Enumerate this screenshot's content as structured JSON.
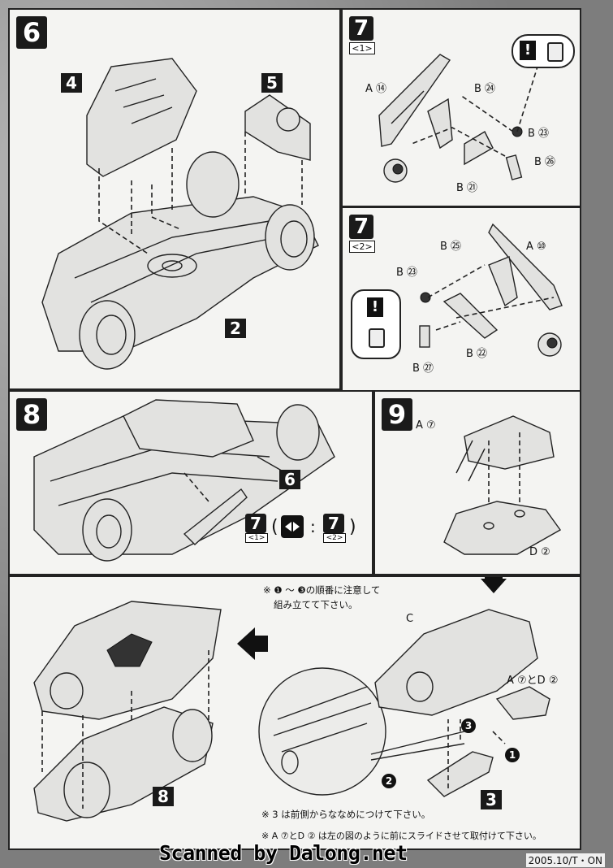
{
  "steps": {
    "s6": {
      "num": "6",
      "parts": {
        "p4": "4",
        "p5": "5",
        "p2": "2"
      }
    },
    "s7a": {
      "num": "7",
      "sub": "<1>",
      "labels": {
        "a": "A ⑭",
        "b1": "B ㉔",
        "b2": "B ㉓",
        "b3": "B ㉖",
        "b4": "B ㉑"
      }
    },
    "s7b": {
      "num": "7",
      "sub": "<2>",
      "labels": {
        "a": "A ⑩",
        "b1": "B ㉕",
        "b2": "B ㉓",
        "b3": "B ㉒",
        "b4": "B ㉗"
      }
    },
    "s8": {
      "num": "8",
      "parts": {
        "p6": "6",
        "p7a": "7",
        "p7a_sub": "<1>",
        "p7b": "7",
        "p7b_sub": "<2>",
        "colon": ":",
        "open": "(",
        "close": ")"
      }
    },
    "s9": {
      "num": "9",
      "labels": {
        "a": "A ⑦",
        "d": "D ②"
      }
    },
    "final": {
      "labels": {
        "c": "C",
        "ad": "A ⑦とD ②",
        "p8": "8",
        "p3": "3"
      },
      "notes": {
        "order": "※ ❶ ～ ❸の順番に注意して",
        "order2": "組み立てて下さい。",
        "front": "※ 3 は前側からななめにつけて下さい。",
        "slide": "※ A ⑦とD ② は左の図のように前にスライドさせて取付けて下さい。"
      },
      "markers": {
        "m1": "1",
        "m2": "2",
        "m3": "3"
      }
    }
  },
  "footer": {
    "watermark": "Scanned by Dalong.net",
    "doc_code": "2005.10/T・ON"
  },
  "icons": [
    "caution-icon",
    "glue-icon",
    "arrow-right-icon",
    "arrow-down-icon",
    "arrow-left-icon"
  ]
}
